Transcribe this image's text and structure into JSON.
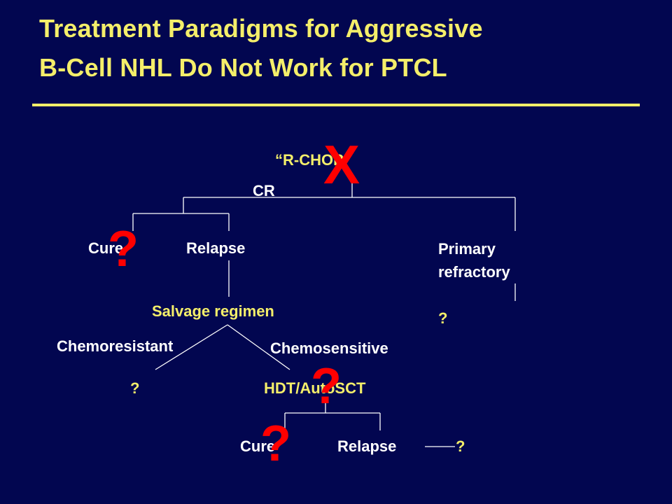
{
  "title": {
    "line1": "Treatment Paradigms for Aggressive",
    "line2": "B-Cell NHL Do Not Work for PTCL"
  },
  "nodes": {
    "rchop": "“R-CHOP”",
    "cr": "CR",
    "cure1": "Cure",
    "relapse1": "Relapse",
    "primary_refractory_line1": "Primary",
    "primary_refractory_line2": "refractory",
    "refractory_q": "?",
    "salvage": "Salvage regimen",
    "chemoresistant": "Chemoresistant",
    "chemosensitive": "Chemosensitive",
    "chemoresistant_q": "?",
    "hdt": "HDT/AutoSCT",
    "cure2": "Cure",
    "relapse2": "Relapse",
    "relapse2_q": "?"
  },
  "overlays": {
    "x_mark": "X",
    "question_mark": "?"
  },
  "colors": {
    "background": "#020650",
    "title": "#f4ee6a",
    "node_white": "#ffffff",
    "node_yellow": "#f4ee6a",
    "overlay_red": "#ff0000"
  }
}
